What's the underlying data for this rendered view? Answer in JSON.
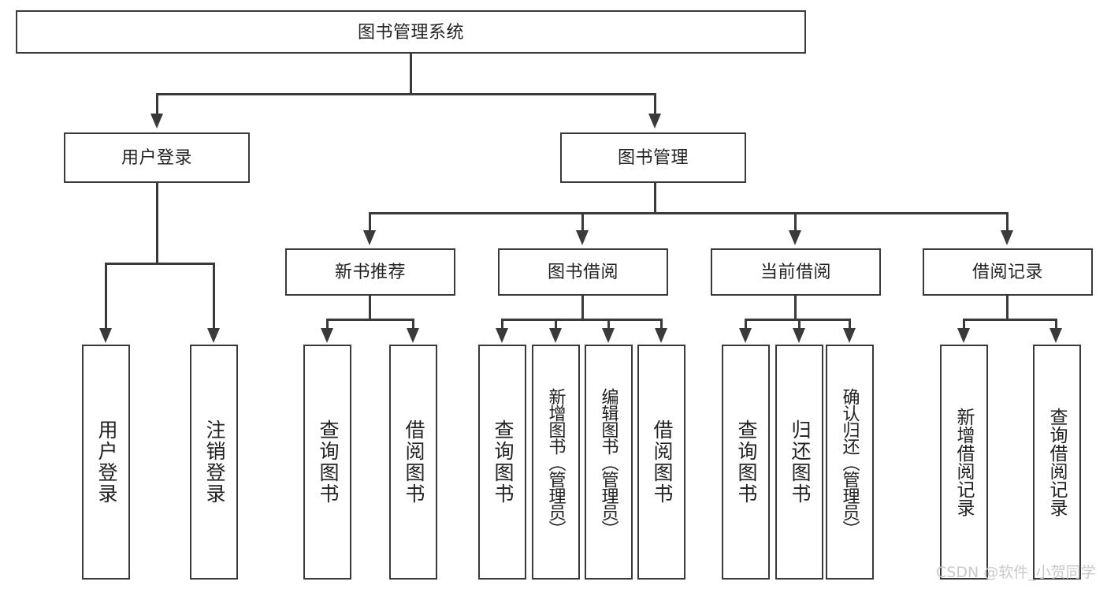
{
  "diagram": {
    "title": "图书管理系统",
    "type": "hierarchy-tree",
    "root": {
      "label": "图书管理系统",
      "children": [
        {
          "label": "用户登录",
          "children": [
            {
              "label": "用户登录"
            },
            {
              "label": "注销登录"
            }
          ]
        },
        {
          "label": "图书管理",
          "children": [
            {
              "label": "新书推荐",
              "children": [
                {
                  "label": "查询图书"
                },
                {
                  "label": "借阅图书"
                }
              ]
            },
            {
              "label": "图书借阅",
              "children": [
                {
                  "label": "查询图书"
                },
                {
                  "label": "新增图书（管理员）"
                },
                {
                  "label": "编辑图书（管理员）"
                },
                {
                  "label": "借阅图书"
                }
              ]
            },
            {
              "label": "当前借阅",
              "children": [
                {
                  "label": "查询图书"
                },
                {
                  "label": "归还图书"
                },
                {
                  "label": "确认归还（管理员）"
                }
              ]
            },
            {
              "label": "借阅记录",
              "children": [
                {
                  "label": "新增借阅记录"
                },
                {
                  "label": "查询借阅记录"
                }
              ]
            }
          ]
        }
      ]
    }
  },
  "nodes": {
    "root": "图书管理系统",
    "l2_user_login": "用户登录",
    "l2_book_manage": "图书管理",
    "l3_new_book_rec": "新书推荐",
    "l3_book_borrow": "图书借阅",
    "l3_current_borrow": "当前借阅",
    "l3_borrow_record": "借阅记录",
    "leaf_user_login": "用户登录",
    "leaf_logout": "注销登录",
    "leaf_rec_query": "查询图书",
    "leaf_rec_borrow": "借阅图书",
    "leaf_bb_query": "查询图书",
    "leaf_bb_add": "新增图书（管理员）",
    "leaf_bb_edit": "编辑图书（管理员）",
    "leaf_bb_borrow": "借阅图书",
    "leaf_cb_query": "查询图书",
    "leaf_cb_return": "归还图书",
    "leaf_cb_confirm": "确认归还（管理员）",
    "leaf_br_add": "新增借阅记录",
    "leaf_br_query": "查询借阅记录"
  },
  "watermark": {
    "text": "CSDN @软件_小贺同学"
  },
  "colors": {
    "stroke": "#3a3a3a",
    "fill": "#ffffff",
    "text": "#222222",
    "watermark": "#c9c9c9"
  }
}
